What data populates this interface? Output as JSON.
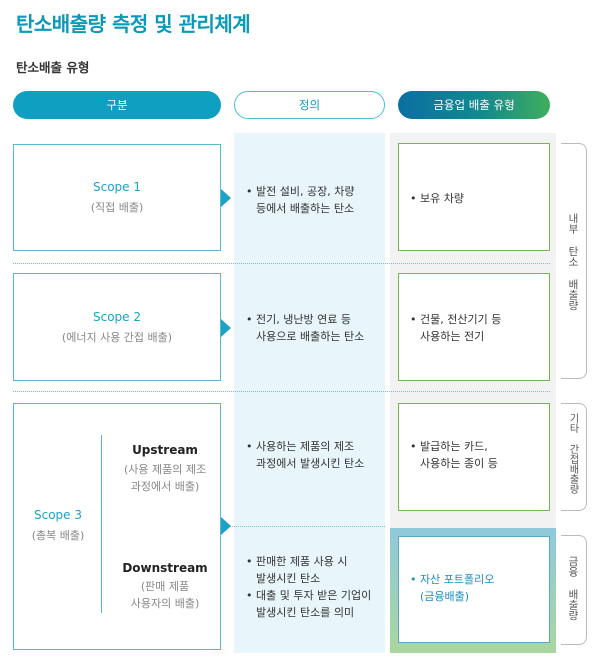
{
  "title": "탄소배출량 측정 및 관리체계",
  "subtitle": "탄소배출 유형",
  "headers": {
    "category": "구분",
    "definition": "정의",
    "financial": "금융업 배출 유형"
  },
  "scopes": {
    "scope1": {
      "name": "Scope 1",
      "sub": "(직접 배출)"
    },
    "scope2": {
      "name": "Scope 2",
      "sub": "(에너지 사용 간접 배출)"
    },
    "scope3": {
      "name": "Scope 3",
      "sub": "(총복 배출)",
      "upstream": {
        "title": "Upstream",
        "line1": "(사용 제품의 제조",
        "line2": "과정에서 배출)"
      },
      "downstream": {
        "title": "Downstream",
        "line1": "(판매 제품",
        "line2": "사용자의 배출)"
      }
    }
  },
  "definitions": {
    "d1": {
      "l1": "발전 설비, 공장, 차량",
      "l2": "등에서 배출하는 탄소"
    },
    "d2": {
      "l1": "전기, 냉난방 연료 등",
      "l2": "사용으로 배출하는 탄소"
    },
    "d3": {
      "l1": "사용하는 제품의 제조",
      "l2": "과정에서 발생시킨 탄소"
    },
    "d4": {
      "l1": "판매한 제품 사용 시",
      "l2": "발생시킨 탄소",
      "l3": "대출 및 투자 받은 기업이",
      "l4": "발생시킨 탄소를 의미"
    }
  },
  "financial_types": {
    "f1": {
      "l1": "보유 차량"
    },
    "f2": {
      "l1": "건물, 전산기기 등",
      "l2": "사용하는 전기"
    },
    "f3": {
      "l1": "발급하는 카드,",
      "l2": "사용하는 종이 등"
    },
    "f4": {
      "l1": "자산 포트폴리오",
      "l2": "(금융배출)"
    }
  },
  "side_labels": {
    "internal": "내부 탄소 배출량",
    "other": "기타 간접배출량",
    "financial": "금융 배출량"
  },
  "bullet": "•"
}
